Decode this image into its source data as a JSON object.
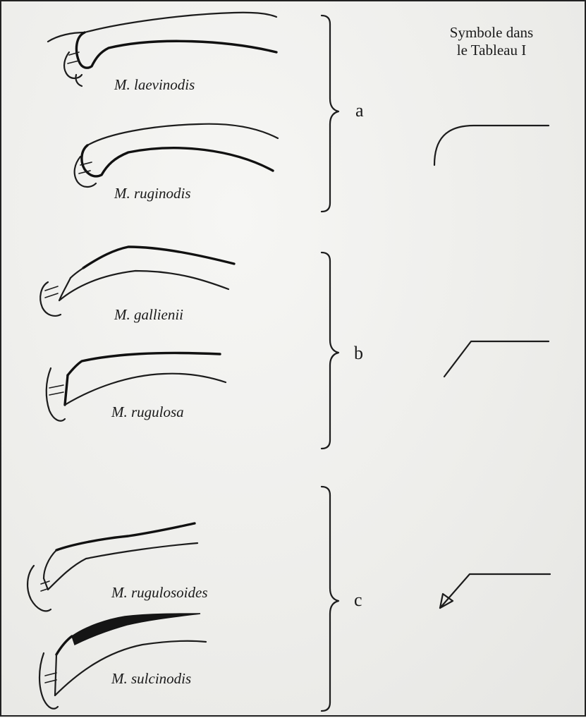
{
  "legend": {
    "line1": "Symbole dans",
    "line2": "le Tableau I"
  },
  "groups": [
    {
      "letter": "a",
      "species": [
        "M. laevinodis",
        "M. ruginodis"
      ],
      "symbol_icon": "rounded-corner-symbol"
    },
    {
      "letter": "b",
      "species": [
        "M. gallienii",
        "M. rugulosa"
      ],
      "symbol_icon": "angled-corner-symbol"
    },
    {
      "letter": "c",
      "species": [
        "M. rugulosoides",
        "M. sulcinodis"
      ],
      "symbol_icon": "angled-corner-with-lobe-symbol"
    }
  ]
}
